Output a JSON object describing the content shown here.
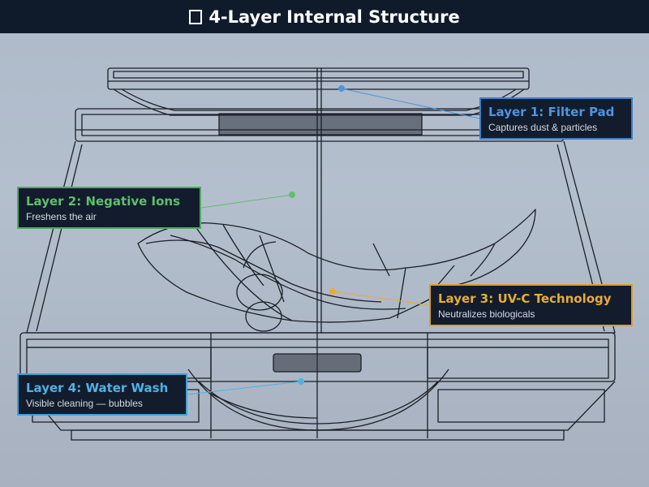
{
  "header": {
    "title": "4-Layer Internal Structure",
    "icon": "box-icon"
  },
  "layers": [
    {
      "id": "filter-pad",
      "title": "Layer 1: Filter Pad",
      "subtitle": "Captures dust & particles",
      "color": "#4d95df"
    },
    {
      "id": "negative-ions",
      "title": "Layer 2: Negative Ions",
      "subtitle": "Freshens the air",
      "color": "#5fbf6b"
    },
    {
      "id": "uv-c",
      "title": "Layer 3: UV-C Technology",
      "subtitle": "Neutralizes biologicals",
      "color": "#e6ad36"
    },
    {
      "id": "water-wash",
      "title": "Layer 4: Water Wash",
      "subtitle": "Visible cleaning — bubbles",
      "color": "#4fb2e6"
    }
  ]
}
